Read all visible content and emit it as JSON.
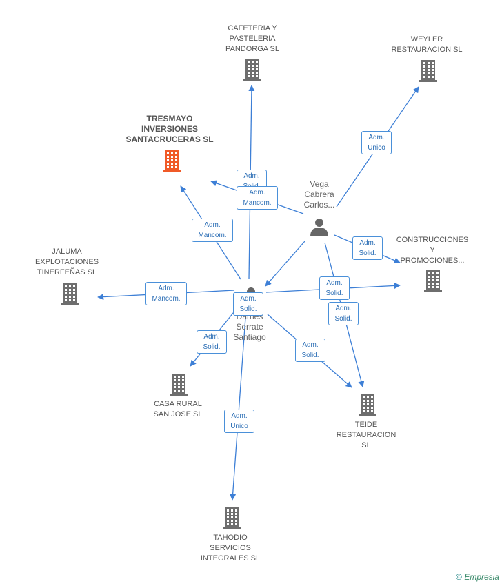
{
  "colors": {
    "edge": "#3d7fd6",
    "building": "#6e6e6e",
    "main_building": "#f05a28",
    "person": "#666666"
  },
  "companies": [
    {
      "id": "cafeteria",
      "label": "CAFETERIA Y\nPASTELERIA\nPANDORGA SL",
      "icon": "building-icon"
    },
    {
      "id": "weyler",
      "label": "WEYLER\nRESTAURACION SL",
      "icon": "building-icon"
    },
    {
      "id": "tresmayo",
      "label": "TRESMAYO\nINVERSIONES\nSANTACRUCERAS SL",
      "icon": "building-icon",
      "main": true
    },
    {
      "id": "construcciones",
      "label": "CONSTRUCCIONES\nY\nPROMOCIONES...",
      "icon": "building-icon"
    },
    {
      "id": "jaluma",
      "label": "JALUMA\nEXPLOTACIONES\nTINERFEÑAS SL",
      "icon": "building-icon"
    },
    {
      "id": "casarural",
      "label": "CASA RURAL\nSAN JOSE SL",
      "icon": "building-icon"
    },
    {
      "id": "teide",
      "label": "TEIDE\nRESTAURACION\nSL",
      "icon": "building-icon"
    },
    {
      "id": "tahodio",
      "label": "TAHODIO\nSERVICIOS\nINTEGRALES SL",
      "icon": "building-icon"
    }
  ],
  "persons": [
    {
      "id": "vega",
      "label": "Vega\nCabrera\nCarlos...",
      "icon": "person-icon"
    },
    {
      "id": "darnes",
      "label": "Darnes\nSerrate\nSantiago",
      "icon": "person-icon"
    }
  ],
  "edges": [
    {
      "from": "darnes",
      "to": "cafeteria",
      "label": "Adm.\nSolid."
    },
    {
      "from": "darnes",
      "to": "tresmayo",
      "label": "Adm.\nMancom."
    },
    {
      "from": "darnes",
      "to": "jaluma",
      "label": "Adm.\nMancom."
    },
    {
      "from": "darnes",
      "to": "construcciones",
      "label": "Adm.\nSolid."
    },
    {
      "from": "darnes",
      "to": "casarural",
      "label": "Adm.\nSolid."
    },
    {
      "from": "darnes",
      "to": "teide",
      "label": "Adm.\nSolid."
    },
    {
      "from": "darnes",
      "to": "tahodio",
      "label": "Adm.\nUnico"
    },
    {
      "from": "vega",
      "to": "tresmayo",
      "label": "Adm.\nMancom."
    },
    {
      "from": "vega",
      "to": "weyler",
      "label": "Adm.\nUnico"
    },
    {
      "from": "vega",
      "to": "construcciones",
      "label": "Adm.\nSolid."
    },
    {
      "from": "vega",
      "to": "teide",
      "label": "Adm.\nSolid."
    },
    {
      "from": "vega",
      "to": "casarural",
      "label": "Adm.\nSolid."
    }
  ],
  "footer": {
    "copyright": "©",
    "brand": "Empresia"
  }
}
